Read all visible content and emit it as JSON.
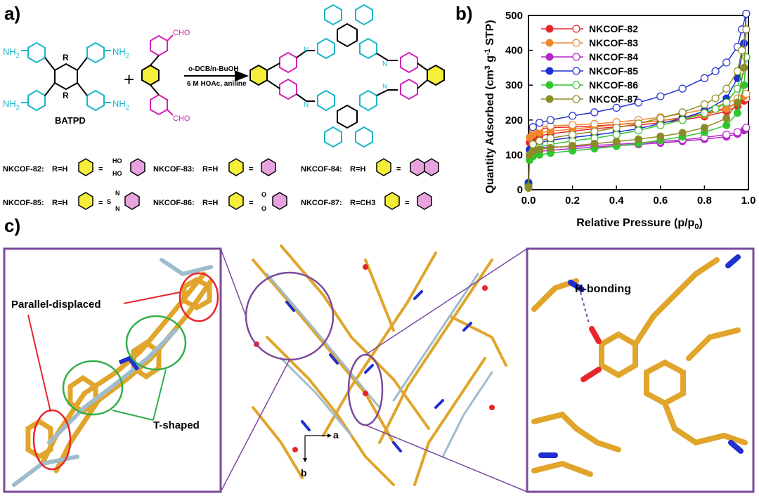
{
  "panel_labels": {
    "a": "a)",
    "b": "b)",
    "c": "c)"
  },
  "scheme": {
    "monomer_label": "BATPD",
    "substituent": "R",
    "nh2": "NH",
    "sub2": "2",
    "cho": "CHO",
    "conditions_line1": "o-DCB/n-BuOH",
    "conditions_line2": "6 M HOAc, aniline",
    "imine_n": "N",
    "plus": "+",
    "variants": [
      {
        "name": "NKCOF-82:",
        "r": "R=H"
      },
      {
        "name": "NKCOF-83:",
        "r": "R=H"
      },
      {
        "name": "NKCOF-84:",
        "r": "R=H"
      },
      {
        "name": "NKCOF-85:",
        "r": "R=H"
      },
      {
        "name": "NKCOF-86:",
        "r": "R=H"
      },
      {
        "name": "NKCOF-87:",
        "r": "R=CH3"
      }
    ],
    "ho": "HO",
    "s": "S",
    "n": "N",
    "o": "O",
    "equals": "="
  },
  "chart_data": {
    "type": "scatter",
    "title": "",
    "xlabel": "Relative Pressure (p/p0)",
    "ylabel": "Quantity Adsorbed (cm3 g-1 STP)",
    "xlim": [
      0,
      1.0
    ],
    "ylim": [
      0,
      500
    ],
    "x_ticks": [
      "0.0",
      "0.2",
      "0.4",
      "0.6",
      "0.8",
      "1.0"
    ],
    "y_ticks": [
      "0",
      "100",
      "200",
      "300",
      "400",
      "500"
    ],
    "legend_position": "top-left",
    "series": [
      {
        "name": "NKCOF-82",
        "color": "#e8262a",
        "ads_x": [
          0.0,
          0.005,
          0.02,
          0.05,
          0.1,
          0.2,
          0.3,
          0.4,
          0.5,
          0.6,
          0.7,
          0.8,
          0.9,
          0.95,
          0.98,
          0.99
        ],
        "ads_y": [
          15,
          135,
          148,
          155,
          160,
          168,
          175,
          180,
          186,
          192,
          200,
          210,
          225,
          240,
          255,
          262
        ],
        "des_x": [
          0.99,
          0.95,
          0.9,
          0.8,
          0.7,
          0.6,
          0.5,
          0.4,
          0.3,
          0.2,
          0.1,
          0.05,
          0.02
        ],
        "des_y": [
          262,
          250,
          235,
          218,
          207,
          198,
          192,
          187,
          183,
          180,
          178,
          175,
          170
        ]
      },
      {
        "name": "NKCOF-83",
        "color": "#f0882a",
        "ads_x": [
          0.0,
          0.005,
          0.02,
          0.05,
          0.1,
          0.2,
          0.3,
          0.4,
          0.5,
          0.6,
          0.7,
          0.8,
          0.9,
          0.95,
          0.98,
          0.99
        ],
        "ads_y": [
          20,
          150,
          158,
          163,
          168,
          174,
          180,
          186,
          192,
          198,
          205,
          215,
          232,
          250,
          268,
          275
        ],
        "des_x": [
          0.99,
          0.95,
          0.9,
          0.8,
          0.7,
          0.6,
          0.5,
          0.4,
          0.3,
          0.2,
          0.1,
          0.05,
          0.02
        ],
        "des_y": [
          275,
          262,
          248,
          230,
          218,
          208,
          200,
          194,
          189,
          186,
          183,
          180,
          176
        ]
      },
      {
        "name": "NKCOF-84",
        "color": "#b326c8",
        "ads_x": [
          0.0,
          0.005,
          0.02,
          0.05,
          0.1,
          0.2,
          0.3,
          0.4,
          0.5,
          0.6,
          0.7,
          0.8,
          0.9,
          0.95,
          0.98,
          0.99
        ],
        "ads_y": [
          10,
          95,
          105,
          110,
          113,
          118,
          122,
          126,
          130,
          134,
          139,
          145,
          152,
          160,
          170,
          178
        ],
        "des_x": [
          0.99,
          0.95,
          0.9,
          0.8,
          0.7,
          0.6,
          0.5,
          0.4,
          0.3,
          0.2,
          0.1,
          0.05,
          0.02
        ],
        "des_y": [
          178,
          165,
          158,
          150,
          143,
          138,
          134,
          130,
          127,
          124,
          122,
          120,
          117
        ]
      },
      {
        "name": "NKCOF-85",
        "color": "#1f2fd0",
        "ads_x": [
          0.0,
          0.005,
          0.02,
          0.05,
          0.1,
          0.2,
          0.3,
          0.4,
          0.5,
          0.6,
          0.7,
          0.8,
          0.9,
          0.95,
          0.98,
          0.99
        ],
        "ads_y": [
          20,
          115,
          125,
          135,
          142,
          150,
          157,
          165,
          175,
          190,
          205,
          225,
          262,
          320,
          420,
          505
        ],
        "des_x": [
          0.99,
          0.97,
          0.95,
          0.9,
          0.85,
          0.8,
          0.7,
          0.6,
          0.5,
          0.4,
          0.3,
          0.2,
          0.1,
          0.05,
          0.02
        ],
        "des_y": [
          505,
          460,
          410,
          365,
          340,
          320,
          290,
          268,
          250,
          235,
          222,
          212,
          200,
          192,
          180
        ]
      },
      {
        "name": "NKCOF-86",
        "color": "#2fc72f",
        "ads_x": [
          0.0,
          0.005,
          0.02,
          0.05,
          0.1,
          0.2,
          0.3,
          0.4,
          0.5,
          0.6,
          0.7,
          0.8,
          0.9,
          0.95,
          0.98,
          0.99
        ],
        "ads_y": [
          8,
          85,
          95,
          100,
          105,
          112,
          118,
          125,
          133,
          142,
          152,
          165,
          185,
          220,
          300,
          380
        ],
        "des_x": [
          0.99,
          0.97,
          0.95,
          0.9,
          0.85,
          0.8,
          0.7,
          0.6,
          0.5,
          0.4,
          0.3,
          0.2,
          0.1,
          0.05,
          0.02
        ],
        "des_y": [
          380,
          340,
          290,
          250,
          232,
          220,
          200,
          185,
          170,
          158,
          148,
          140,
          130,
          122,
          112
        ]
      },
      {
        "name": "NKCOF-87",
        "color": "#8c8c26",
        "ads_x": [
          0.0,
          0.005,
          0.02,
          0.05,
          0.1,
          0.2,
          0.3,
          0.4,
          0.5,
          0.6,
          0.7,
          0.8,
          0.9,
          0.95,
          0.98,
          0.99
        ],
        "ads_y": [
          5,
          100,
          110,
          116,
          120,
          126,
          132,
          138,
          145,
          153,
          163,
          178,
          205,
          250,
          350,
          460
        ],
        "des_x": [
          0.99,
          0.97,
          0.95,
          0.9,
          0.85,
          0.8,
          0.7,
          0.6,
          0.5,
          0.4,
          0.3,
          0.2,
          0.1,
          0.05,
          0.02
        ],
        "des_y": [
          460,
          400,
          340,
          290,
          262,
          245,
          222,
          205,
          190,
          178,
          167,
          158,
          148,
          140,
          130
        ]
      }
    ]
  },
  "panel_c": {
    "parallel_displaced": "Parallel-displaced",
    "t_shaped": "T-shaped",
    "h_bonding": "H-bonding",
    "axis_a": "a",
    "axis_b": "b"
  }
}
